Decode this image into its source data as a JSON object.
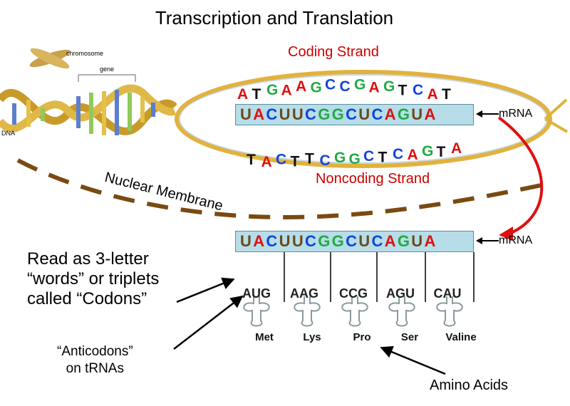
{
  "title": "Transcription and Translation",
  "dna_labels": {
    "chromosome": "chromosome",
    "gene": "gene",
    "dna": "DNA"
  },
  "coding_strand": {
    "label": "Coding Strand",
    "letters": [
      "A",
      "T",
      "G",
      "A",
      "A",
      "G",
      "C",
      "C",
      "G",
      "A",
      "G",
      "T",
      "C",
      "A",
      "T"
    ]
  },
  "noncoding_strand": {
    "label": "Noncoding Strand",
    "letters": [
      "T",
      "A",
      "C",
      "T",
      "T",
      "C",
      "G",
      "G",
      "C",
      "T",
      "C",
      "A",
      "G",
      "T",
      "A"
    ]
  },
  "mrna": {
    "tag": "mRNA",
    "letters": [
      "U",
      "A",
      "C",
      "U",
      "U",
      "C",
      "G",
      "G",
      "C",
      "U",
      "C",
      "A",
      "G",
      "U",
      "A"
    ]
  },
  "nuclear_membrane_label": "Nuclear Membrane",
  "codons": [
    "AUG",
    "AAG",
    "CCG",
    "AGU",
    "CAU"
  ],
  "amino_acids": [
    "Met",
    "Lys",
    "Pro",
    "Ser",
    "Valine"
  ],
  "read_as_text": [
    "Read as 3-letter",
    "“words” or triplets",
    "called “Codons”"
  ],
  "anticodons_text": [
    "“Anticodons”",
    "on tRNAs"
  ],
  "amino_acids_label": "Amino Acids",
  "colors": {
    "A": "#dd1111",
    "T": "#111111",
    "U": "#6b4a1a",
    "G": "#22aa44",
    "C": "#1144dd",
    "membrane": "#7a4a12",
    "arrow_red": "#e01010",
    "mrna_box": "#b7dde8"
  }
}
